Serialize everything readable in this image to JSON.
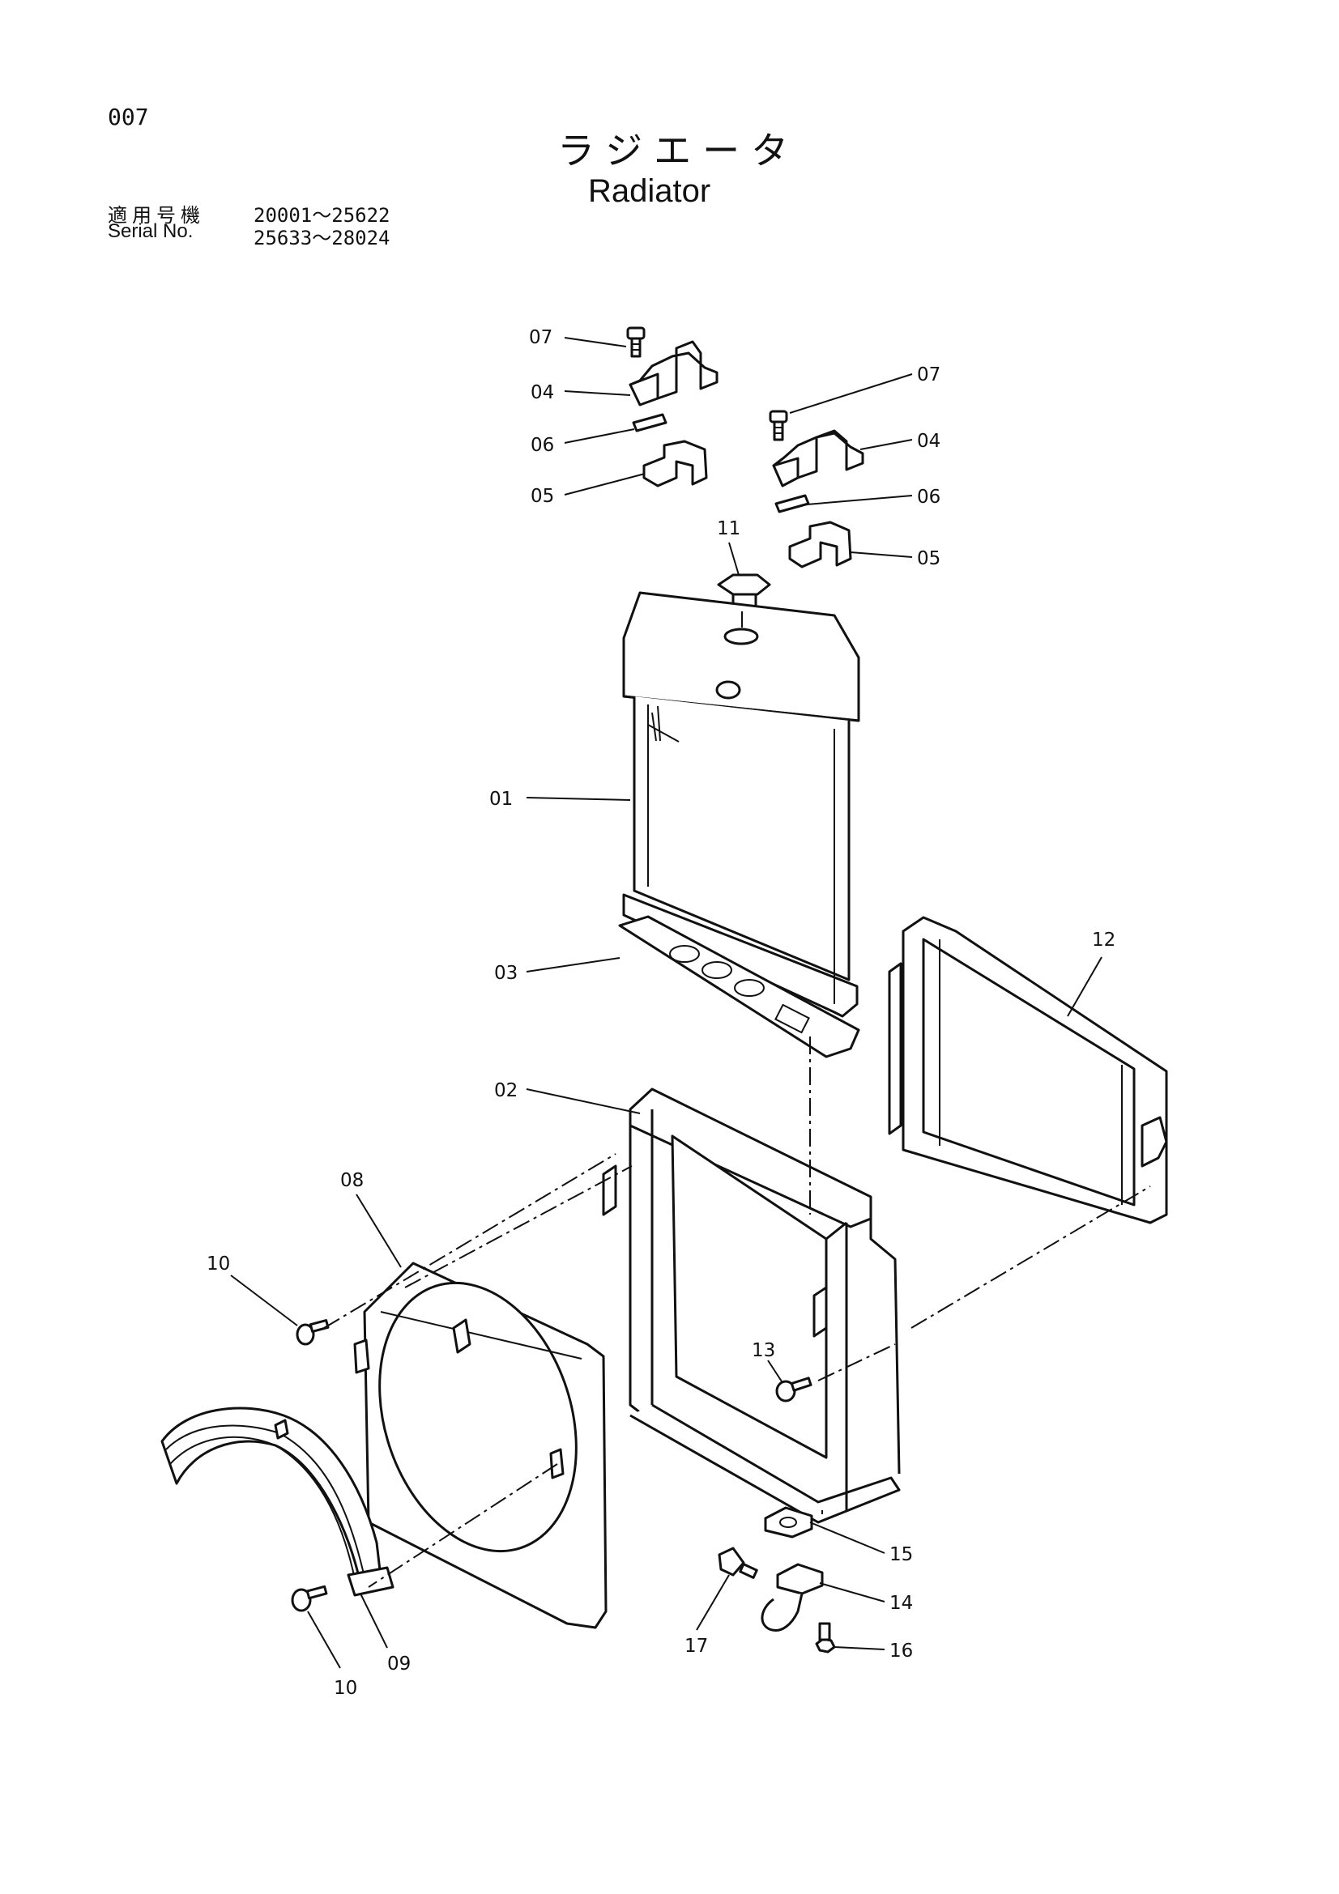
{
  "header": {
    "page_number": "007",
    "title_ja": "ラジエータ",
    "title_en": "Radiator",
    "serial_label_ja": "適用号機",
    "serial_label_en": "Serial No.",
    "serial_ranges": [
      "20001～25622",
      "25633～28024"
    ]
  },
  "callouts": {
    "c01": "01",
    "c02": "02",
    "c03": "03",
    "c04a": "04",
    "c04b": "04",
    "c05a": "05",
    "c05b": "05",
    "c06a": "06",
    "c06b": "06",
    "c07a": "07",
    "c07b": "07",
    "c08": "08",
    "c09": "09",
    "c10a": "10",
    "c10b": "10",
    "c11": "11",
    "c12": "12",
    "c13": "13",
    "c14": "14",
    "c15": "15",
    "c16": "16",
    "c17": "17"
  }
}
